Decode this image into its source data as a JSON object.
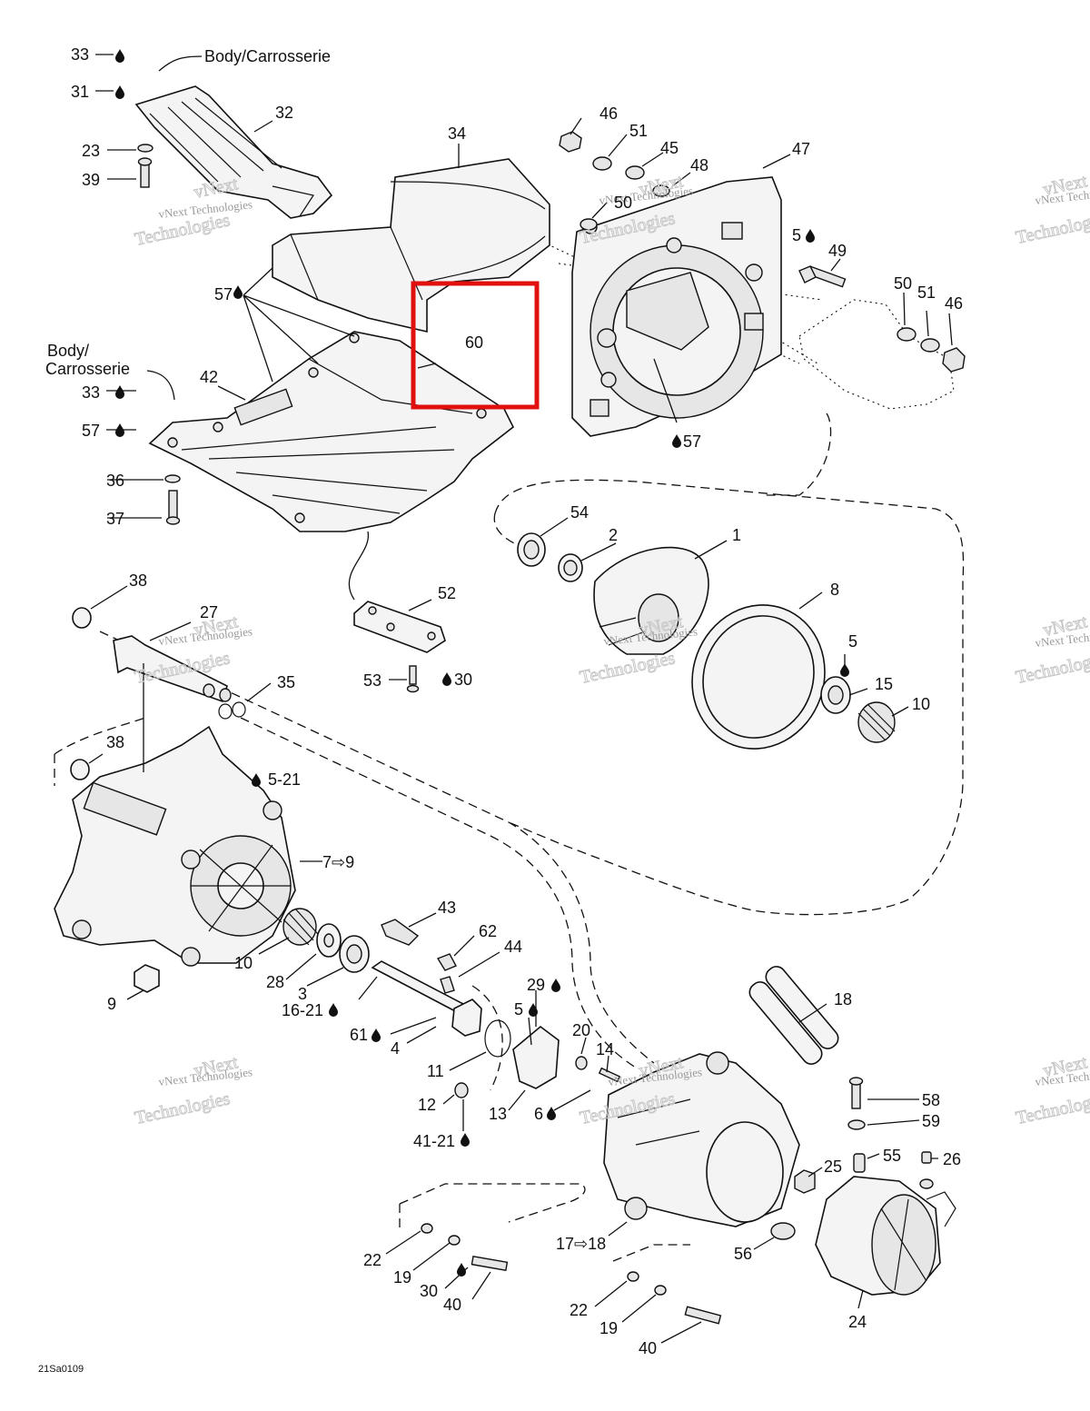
{
  "diagram": {
    "label_positions_note_removed": true,
    "callouts": [
      {
        "id": "c33a",
        "text": "33"
      },
      {
        "id": "c31",
        "text": "31"
      },
      {
        "id": "c23",
        "text": "23"
      },
      {
        "id": "c39",
        "text": "39"
      },
      {
        "id": "c32",
        "text": "32"
      },
      {
        "id": "c34",
        "text": "34"
      },
      {
        "id": "c46a",
        "text": "46"
      },
      {
        "id": "c51a",
        "text": "51"
      },
      {
        "id": "c45",
        "text": "45"
      },
      {
        "id": "c48",
        "text": "48"
      },
      {
        "id": "c47",
        "text": "47"
      },
      {
        "id": "c50a",
        "text": "50"
      },
      {
        "id": "c5a",
        "text": "5"
      },
      {
        "id": "c49",
        "text": "49"
      },
      {
        "id": "c50b",
        "text": "50"
      },
      {
        "id": "c51b",
        "text": "51"
      },
      {
        "id": "c46b",
        "text": "46"
      },
      {
        "id": "c57a",
        "text": "57"
      },
      {
        "id": "c60",
        "text": "60"
      },
      {
        "id": "c42",
        "text": "42"
      },
      {
        "id": "c33b",
        "text": "33"
      },
      {
        "id": "c57b",
        "text": "57"
      },
      {
        "id": "c36",
        "text": "36"
      },
      {
        "id": "c37",
        "text": "37"
      },
      {
        "id": "c57c",
        "text": "57"
      },
      {
        "id": "c54",
        "text": "54"
      },
      {
        "id": "c2",
        "text": "2"
      },
      {
        "id": "c1",
        "text": "1"
      },
      {
        "id": "c8",
        "text": "8"
      },
      {
        "id": "c38a",
        "text": "38"
      },
      {
        "id": "c27",
        "text": "27"
      },
      {
        "id": "c52",
        "text": "52"
      },
      {
        "id": "c53",
        "text": "53"
      },
      {
        "id": "c30a",
        "text": "30"
      },
      {
        "id": "c35",
        "text": "35"
      },
      {
        "id": "c5b",
        "text": "5"
      },
      {
        "id": "c15",
        "text": "15"
      },
      {
        "id": "c10a",
        "text": "10"
      },
      {
        "id": "c38b",
        "text": "38"
      },
      {
        "id": "c5-21",
        "text": "5-21"
      },
      {
        "id": "c7-9",
        "text": "7⇨9"
      },
      {
        "id": "c43",
        "text": "43"
      },
      {
        "id": "c62",
        "text": "62"
      },
      {
        "id": "c44",
        "text": "44"
      },
      {
        "id": "c10b",
        "text": "10"
      },
      {
        "id": "c28",
        "text": "28"
      },
      {
        "id": "c3",
        "text": "3"
      },
      {
        "id": "c9",
        "text": "9"
      },
      {
        "id": "c16-21",
        "text": "16-21"
      },
      {
        "id": "c29",
        "text": "29"
      },
      {
        "id": "c5c",
        "text": "5"
      },
      {
        "id": "c18",
        "text": "18"
      },
      {
        "id": "c61",
        "text": "61"
      },
      {
        "id": "c4",
        "text": "4"
      },
      {
        "id": "c20",
        "text": "20"
      },
      {
        "id": "c14",
        "text": "14"
      },
      {
        "id": "c11",
        "text": "11"
      },
      {
        "id": "c12",
        "text": "12"
      },
      {
        "id": "c13",
        "text": "13"
      },
      {
        "id": "c6",
        "text": "6"
      },
      {
        "id": "c58",
        "text": "58"
      },
      {
        "id": "c59",
        "text": "59"
      },
      {
        "id": "c41-21",
        "text": "41-21"
      },
      {
        "id": "c55",
        "text": "55"
      },
      {
        "id": "c26",
        "text": "26"
      },
      {
        "id": "c25",
        "text": "25"
      },
      {
        "id": "c22a",
        "text": "22"
      },
      {
        "id": "c19a",
        "text": "19"
      },
      {
        "id": "c30b",
        "text": "30"
      },
      {
        "id": "c40a",
        "text": "40"
      },
      {
        "id": "c17-18",
        "text": "17⇨18"
      },
      {
        "id": "c56",
        "text": "56"
      },
      {
        "id": "c22b",
        "text": "22"
      },
      {
        "id": "c19b",
        "text": "19"
      },
      {
        "id": "c40b",
        "text": "40"
      },
      {
        "id": "c24",
        "text": "24"
      }
    ],
    "body_label_top": "Body/Carrosserie",
    "body_label_mid_line1": "Body/",
    "body_label_mid_line2": "Carrosserie",
    "drawing_number": "21Sa0109",
    "watermark_line1": "vNext",
    "watermark_line2": "vNext Technologies",
    "watermark_line3": "Technologies",
    "highlight_color": "#e01010"
  }
}
